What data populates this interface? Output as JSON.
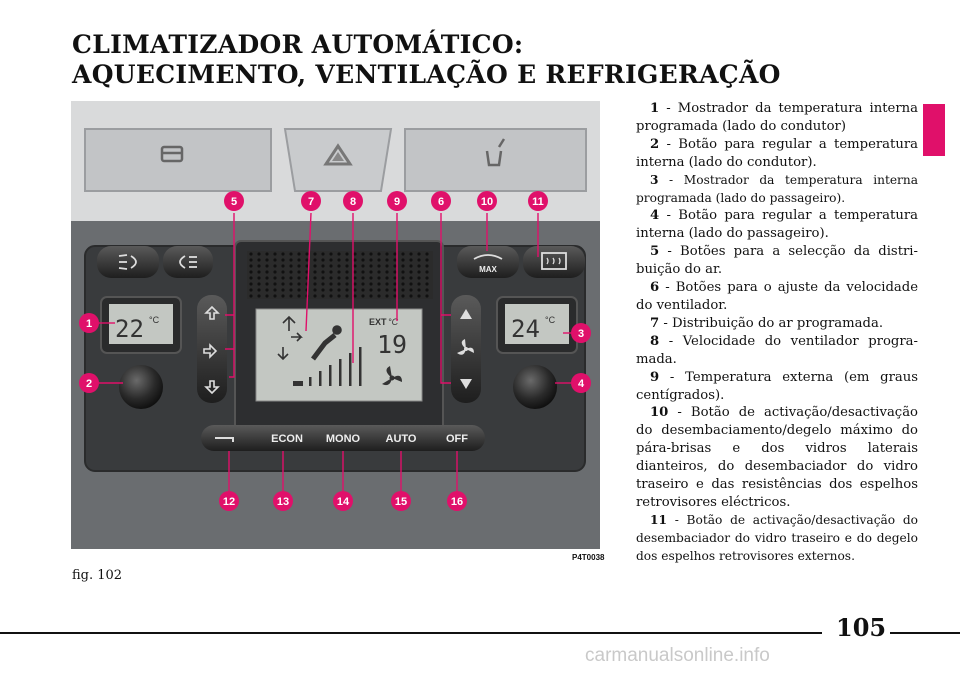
{
  "title_line1": "CLIMATIZADOR AUTOMÁTICO:",
  "title_line2": "AQUECIMENTO, VENTILAÇÃO E REFRIGERAÇÃO",
  "figure": {
    "code": "P4T0038",
    "caption": "fig. 102",
    "display_left": "22",
    "display_right": "24",
    "display_unit": "°C",
    "ext_label": "EXT",
    "ext_temp": "19",
    "max_label": "MAX",
    "button_labels": [
      "ECON",
      "MONO",
      "AUTO",
      "OFF"
    ],
    "callouts": [
      "1",
      "2",
      "3",
      "4",
      "5",
      "6",
      "7",
      "8",
      "9",
      "10",
      "11",
      "12",
      "13",
      "14",
      "15",
      "16"
    ],
    "callout_color": "#e0106a"
  },
  "items": [
    {
      "num": "1",
      "text": "Mostrador da temperatura in­terna programada (lado do condutor)"
    },
    {
      "num": "2",
      "text": "Botão para regular a tempera­tura interna (lado do condutor)."
    },
    {
      "num": "3",
      "text": "Mostrador da temperatura interna programada (lado do passageiro)."
    },
    {
      "num": "4",
      "text": "Botão para regular a tempera­tura interna (lado do passageiro)."
    },
    {
      "num": "5",
      "text": "Botões para a selecção da distri­buição do ar."
    },
    {
      "num": "6",
      "text": "Botões para o ajuste da veloci­dade do ventilador."
    },
    {
      "num": "7",
      "text": "Distribuição do ar programada."
    },
    {
      "num": "8",
      "text": "Velocidade do ventilador progra­mada."
    },
    {
      "num": "9",
      "text": "Temperatura externa (em graus centígrados)."
    },
    {
      "num": "10",
      "text": "Botão de activação/desactiva­ção do desembaciamento/degelo má­ximo do pára-brisas e dos vidros late­rais dianteiros, do desembaciador do vidro traseiro e das resistências dos espelhos retrovisores eléctricos."
    },
    {
      "num": "11",
      "text": "Botão de activação/desactivação do desembaciador do vidro traseiro e do degelo dos espelhos retrovisores externos."
    }
  ],
  "page_number": "105",
  "watermark": "carmanualsonline.info"
}
